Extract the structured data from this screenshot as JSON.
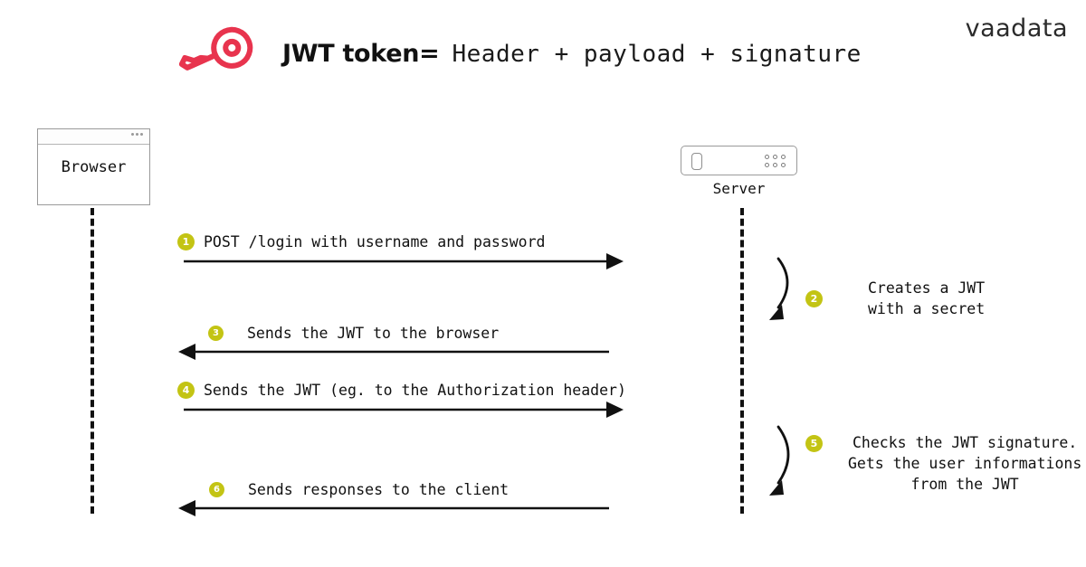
{
  "brand": {
    "logo_text": "vaadata"
  },
  "header": {
    "key_icon": "key-icon",
    "title_strong": "JWT token=",
    "title_mono": "Header + payload + signature"
  },
  "actors": {
    "browser": {
      "label": "Browser",
      "icon": "browser-window-icon"
    },
    "server": {
      "label": "Server",
      "icon": "server-rack-icon"
    }
  },
  "messages": [
    {
      "num": "1",
      "label": "POST /login with username and password",
      "direction": "right"
    },
    {
      "num": "3",
      "label": "Sends the JWT to the browser",
      "direction": "left"
    },
    {
      "num": "4",
      "label": "Sends the JWT (eg. to the Authorization header)",
      "direction": "right"
    },
    {
      "num": "6",
      "label": "Sends responses to the client",
      "direction": "left"
    }
  ],
  "self_notes": [
    {
      "num": "2",
      "text": "Creates a JWT\nwith a secret"
    },
    {
      "num": "5",
      "text": "Checks the JWT signature.\nGets the user informations\nfrom the JWT"
    }
  ],
  "colors": {
    "badge": "#c3c414",
    "key": "#e8344e",
    "line": "#111111",
    "node_border": "#9a9a9a",
    "background": "#ffffff"
  }
}
